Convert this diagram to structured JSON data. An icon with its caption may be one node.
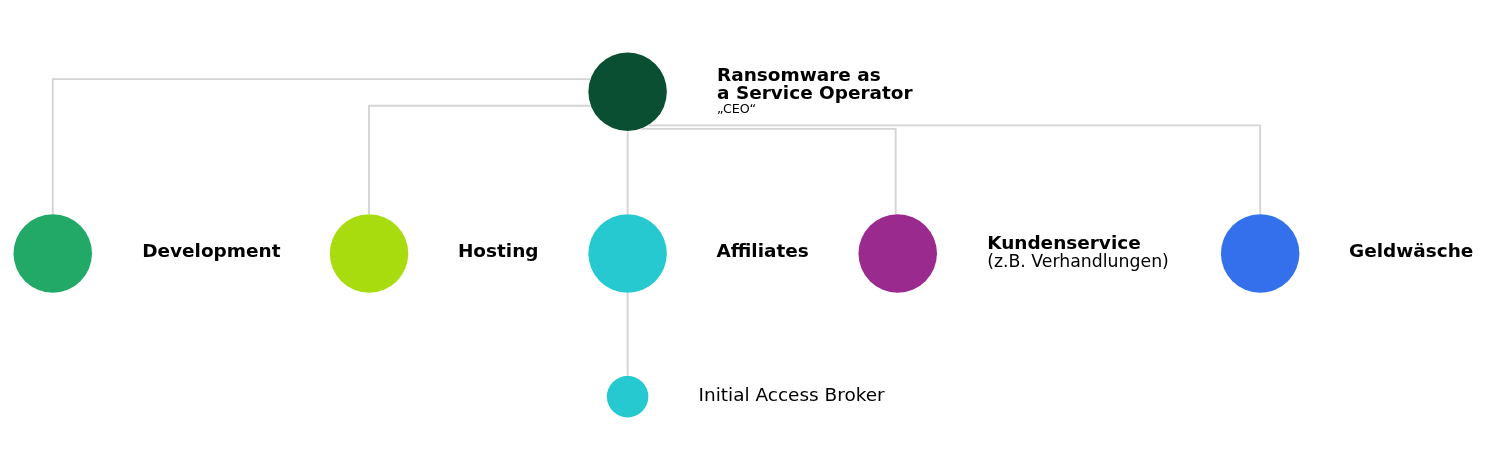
{
  "diagram": {
    "nodes": [
      {
        "text": [],
        "shape": "circle",
        "beside": [
          "Ransomware as a Service Operator",
          "„CEO“"
        ]
      },
      {
        "text": [],
        "shape": "circle",
        "beside": [
          "Development"
        ]
      },
      {
        "text": [],
        "shape": "circle",
        "beside": [
          "Hosting"
        ]
      },
      {
        "text": [],
        "shape": "circle",
        "beside": [
          "Affiliates"
        ]
      },
      {
        "text": [],
        "shape": "circle",
        "beside": [
          "Kundenservice",
          "(z.B. Verhandlungen)"
        ]
      },
      {
        "text": [],
        "shape": "circle",
        "beside": [
          "Geldwäsche"
        ]
      },
      {
        "text": [],
        "shape": "circle",
        "beside": [
          "Initial Access Broker"
        ]
      }
    ],
    "edges": [
      {
        "from": 0,
        "to": 1,
        "arrow": "none"
      },
      {
        "from": 0,
        "to": 2,
        "arrow": "none"
      },
      {
        "from": 0,
        "to": 3,
        "arrow": "none"
      },
      {
        "from": 0,
        "to": 4,
        "arrow": "none"
      },
      {
        "from": 0,
        "to": 5,
        "arrow": "none"
      },
      {
        "from": 3,
        "to": 6,
        "arrow": "none"
      }
    ]
  }
}
